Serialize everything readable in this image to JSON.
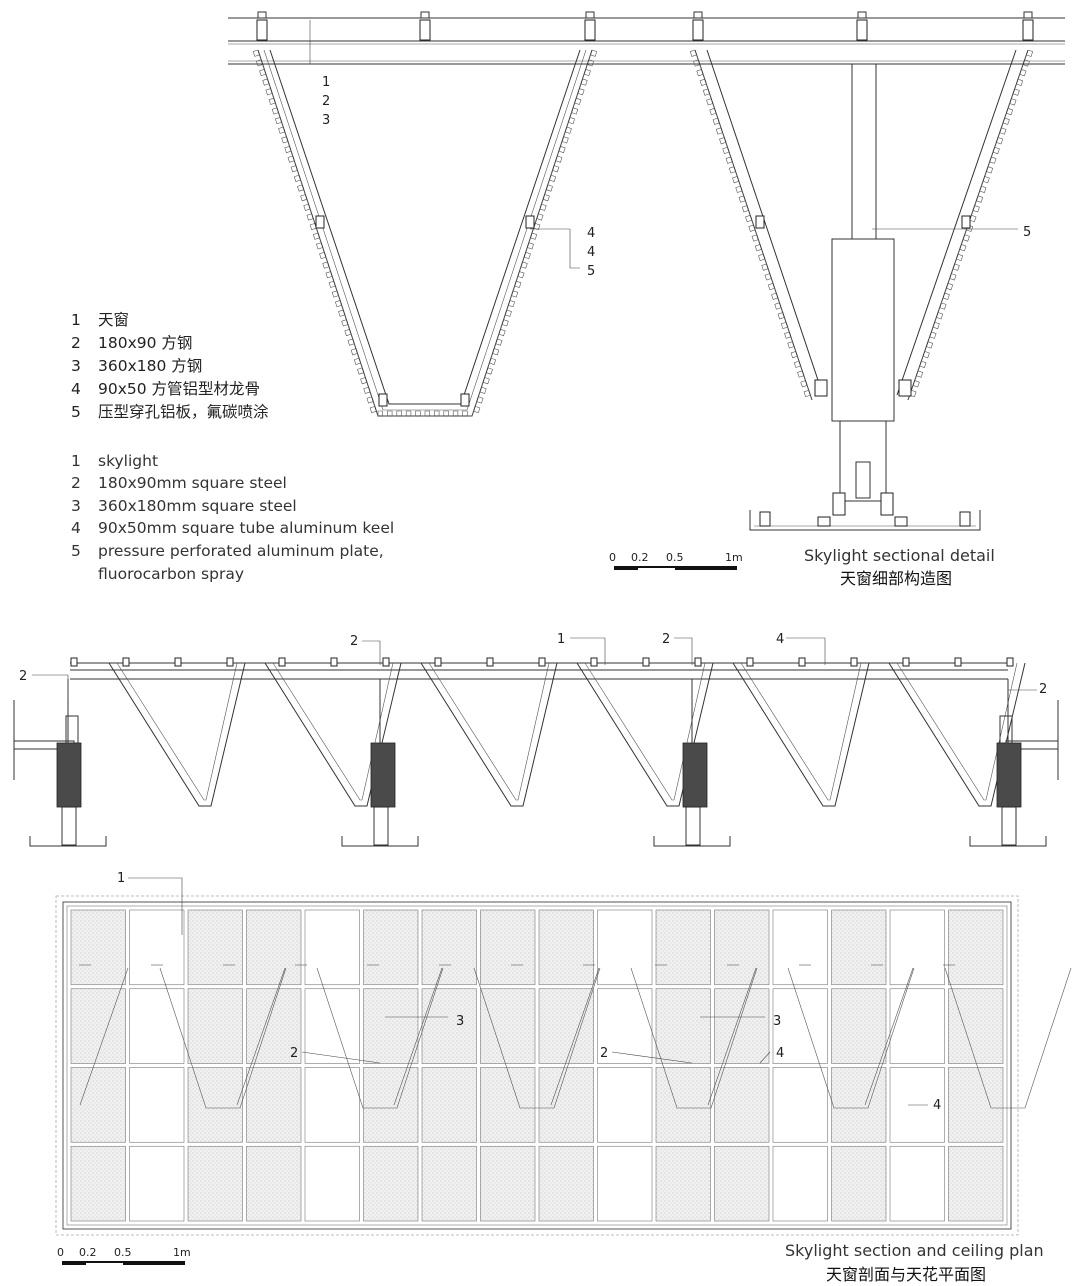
{
  "legend_cn": [
    {
      "num": "1",
      "text": "天窗"
    },
    {
      "num": "2",
      "text": "180x90 方钢"
    },
    {
      "num": "3",
      "text": "360x180 方钢"
    },
    {
      "num": "4",
      "text": "90x50 方管铝型材龙骨"
    },
    {
      "num": "5",
      "text": "压型穿孔铝板，氟碳喷涂"
    }
  ],
  "legend_en": [
    {
      "num": "1",
      "text": "skylight"
    },
    {
      "num": "2",
      "text": "180x90mm square steel"
    },
    {
      "num": "3",
      "text": "360x180mm square steel"
    },
    {
      "num": "4",
      "text": "90x50mm square tube aluminum keel"
    },
    {
      "num": "5",
      "text": "pressure perforated aluminum plate,"
    },
    {
      "num": "",
      "text": "fluorocarbon spray"
    }
  ],
  "detail": {
    "caption_en": "Skylight sectional detail",
    "caption_cn": "天窗细部构造图",
    "callouts": [
      "1",
      "2",
      "3",
      "4",
      "4",
      "5",
      "5"
    ],
    "scale": [
      "0",
      "0.2",
      "0.5",
      "1m"
    ]
  },
  "section": {
    "callouts": [
      "2",
      "2",
      "1",
      "2",
      "4",
      "2"
    ]
  },
  "plan": {
    "callouts": [
      "1",
      "3",
      "2",
      "3",
      "2",
      "4",
      "4"
    ],
    "caption_en": "Skylight section and ceiling plan",
    "caption_cn": "天窗剖面与天花平面图",
    "scale": [
      "0",
      "0.2",
      "0.5",
      "1m"
    ]
  }
}
